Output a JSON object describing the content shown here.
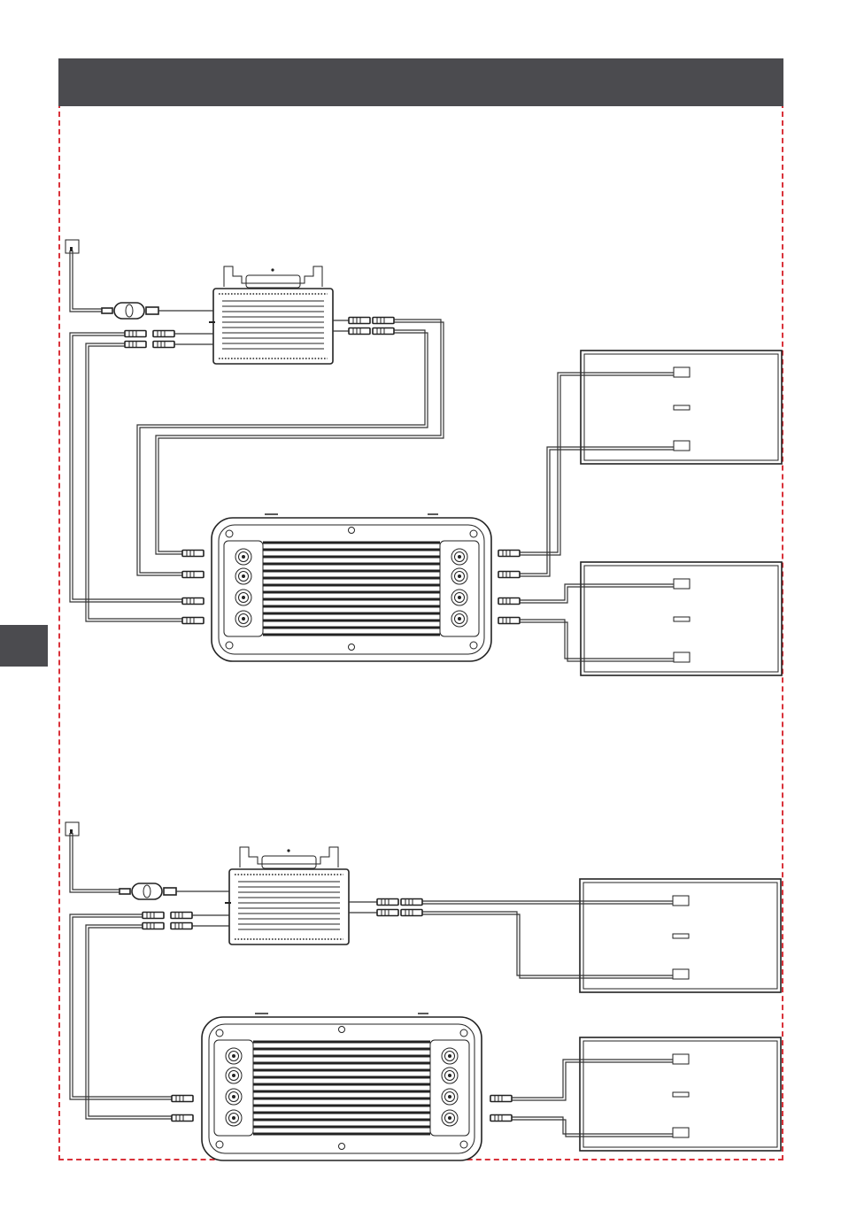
{
  "header": {
    "title": ""
  },
  "side_tab": {
    "label": ""
  },
  "colors": {
    "frame_dashes": "#d9323a",
    "header_bar": "#4b4b4f",
    "line_art": "#222222"
  },
  "diagrams": [
    {
      "id": "scenario-1",
      "components": [
        "wall-outlet",
        "microinverter",
        "power-station",
        "solar-panel-1",
        "solar-panel-2"
      ]
    },
    {
      "id": "scenario-2",
      "components": [
        "wall-outlet",
        "microinverter",
        "power-station",
        "solar-panel-1",
        "solar-panel-2"
      ]
    }
  ]
}
